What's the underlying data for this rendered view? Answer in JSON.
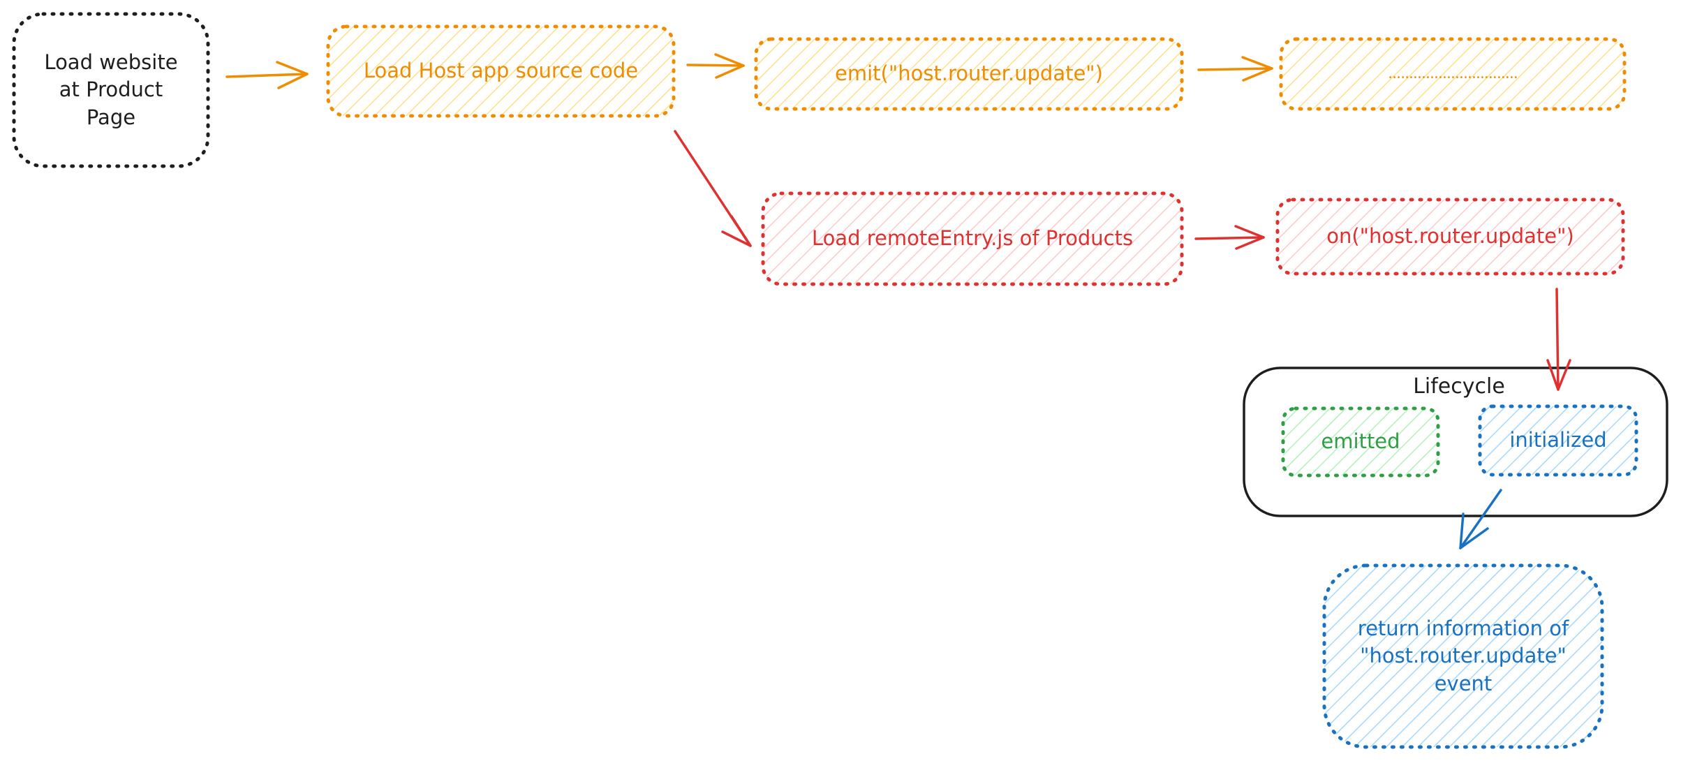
{
  "colors": {
    "black": "#1e1e1e",
    "orange": "#f08c00",
    "orange_fill": "#ffec99",
    "red": "#e03131",
    "red_fill": "#ffc9c9",
    "green": "#2f9e44",
    "green_fill": "#b2f2bb",
    "blue": "#1971c2",
    "blue_fill": "#a5d8ff"
  },
  "nodes": {
    "load_website": "Load website\nat Product\nPage",
    "load_host": "Load Host app source code",
    "emit_update": "emit(\"host.router.update\")",
    "ellipsis": "...............................",
    "load_remote_entry": "Load remoteEntry.js of Products",
    "on_update": "on(\"host.router.update\")",
    "return_info": "return information of\n\"host.router.update\"\nevent"
  },
  "lifecycle": {
    "title": "Lifecycle",
    "emitted": "emitted",
    "initialized": "initialized"
  }
}
